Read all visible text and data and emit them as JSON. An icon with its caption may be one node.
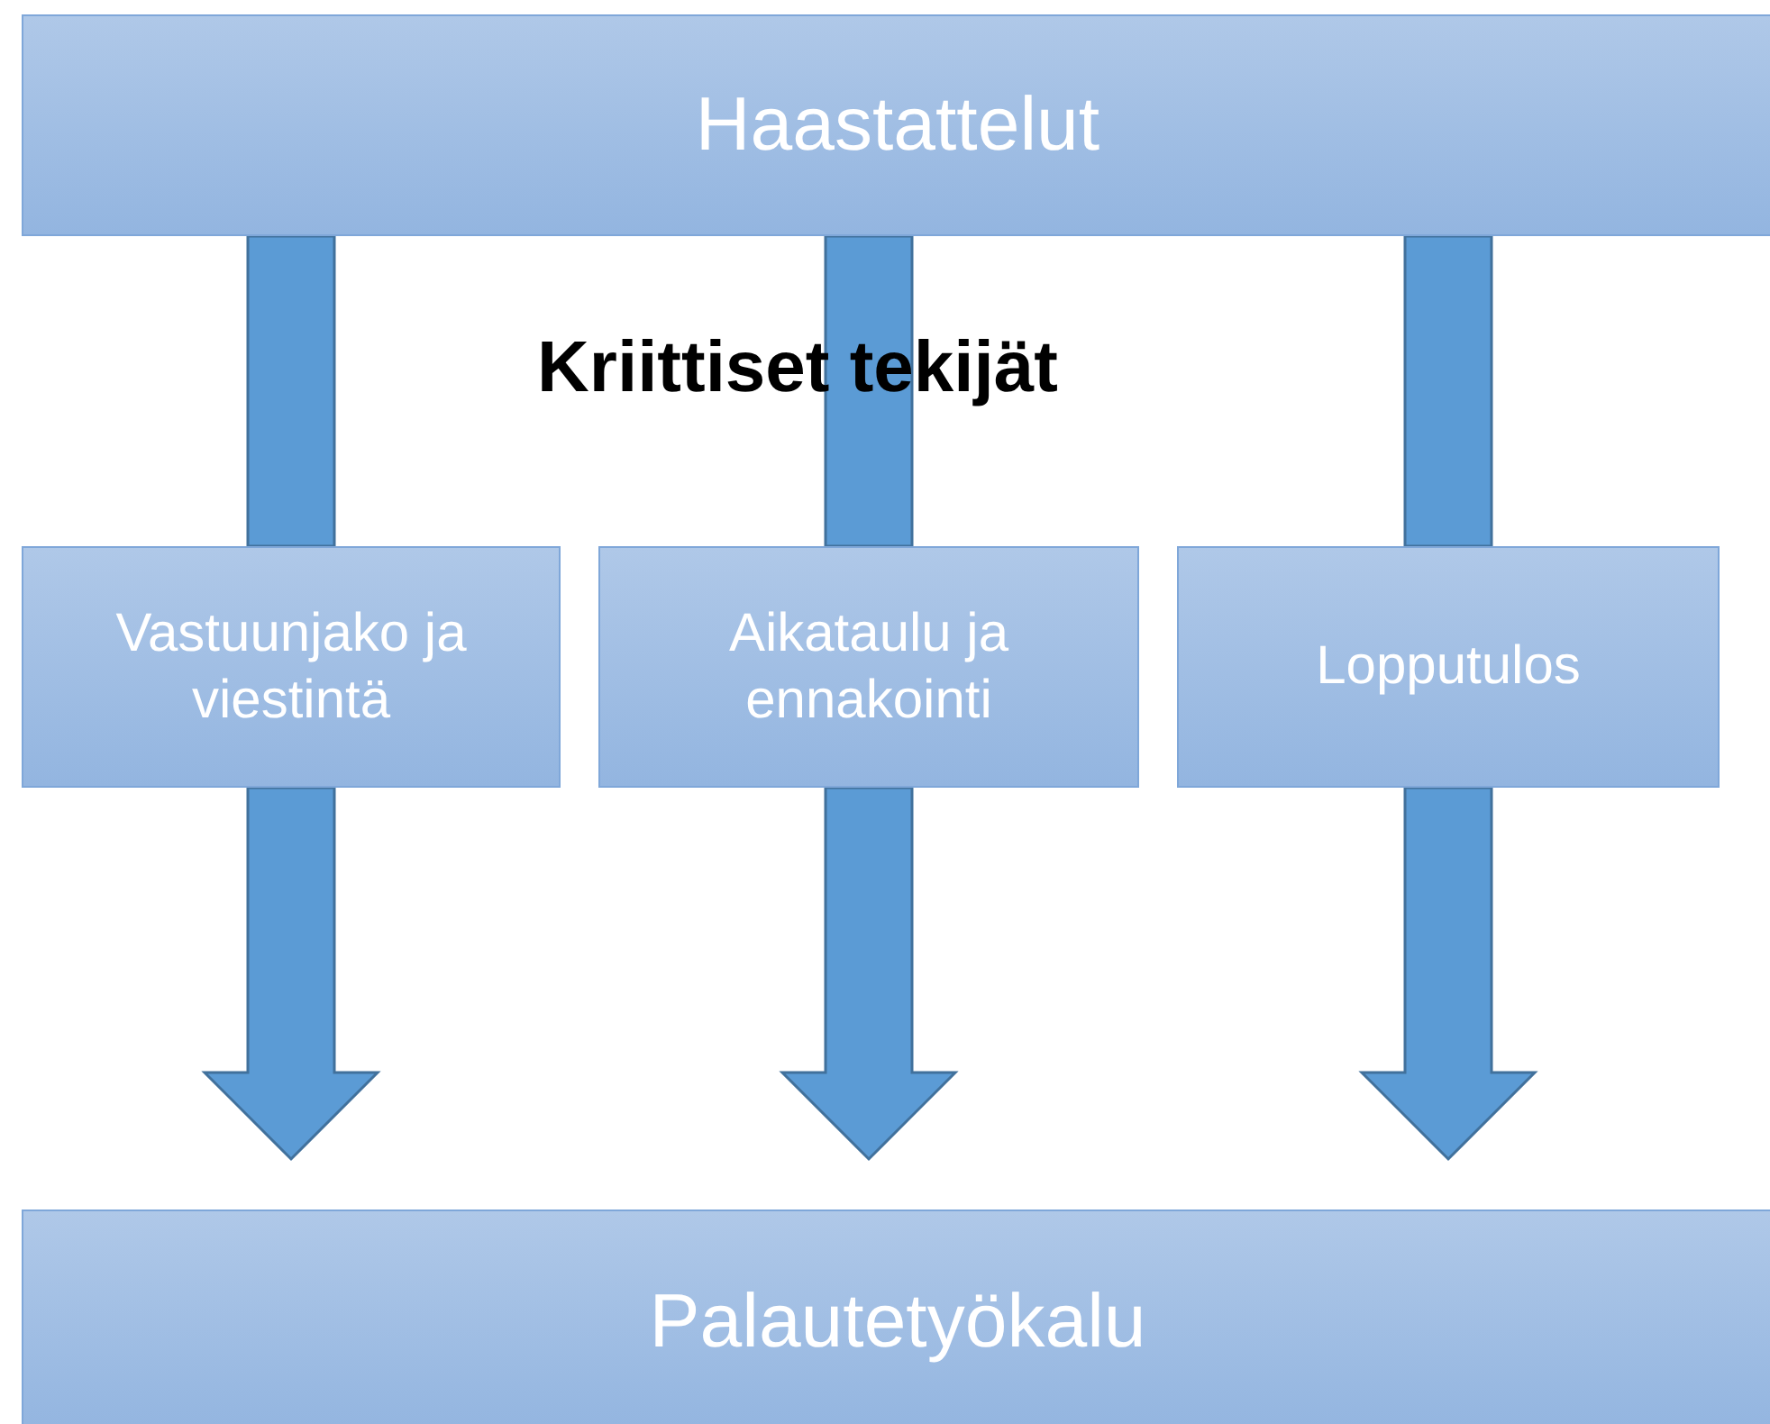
{
  "diagram": {
    "nodes": [
      {
        "text": [
          "Haastattelut"
        ]
      },
      {
        "text": [
          "Vastuunjako ja viestintä"
        ]
      },
      {
        "text": [
          "Aikataulu ja ennakointi"
        ]
      },
      {
        "text": [
          "Lopputulos"
        ]
      },
      {
        "text": [
          "Palautetyökalu"
        ]
      }
    ],
    "edges": [
      {
        "from": 0,
        "to": 1,
        "arrow": "none",
        "style": "thick"
      },
      {
        "from": 0,
        "to": 2,
        "arrow": "none",
        "style": "thick"
      },
      {
        "from": 0,
        "to": 3,
        "arrow": "none",
        "style": "thick"
      },
      {
        "from": 1,
        "to": 4,
        "arrow": "to",
        "style": "thick"
      },
      {
        "from": 2,
        "to": 4,
        "arrow": "to",
        "style": "thick"
      },
      {
        "from": 3,
        "to": 4,
        "arrow": "to",
        "style": "thick"
      }
    ],
    "labels": [
      "Kriittiset tekijät"
    ]
  }
}
